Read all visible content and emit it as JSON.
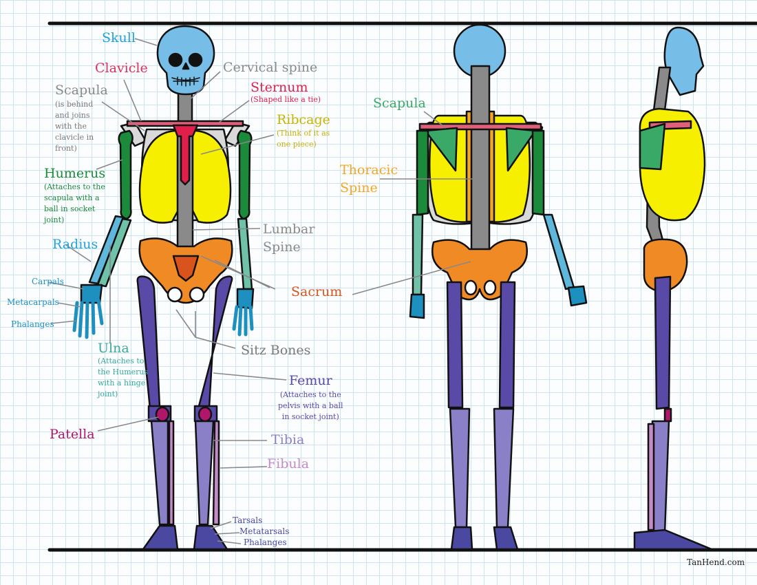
{
  "colors": {
    "skull": "#76bde8",
    "clavicle": "#e0607a",
    "spine": "#8a8a8a",
    "sternum": "#e0204a",
    "ribcage": "#f7ef00",
    "scapula": "#3aa866",
    "humerus": "#1b8a3a",
    "radius": "#5fb8dc",
    "ulna": "#6fc2a8",
    "hand": "#1e90c0",
    "pelvis": "#f08a24",
    "sacrum": "#d9541c",
    "femur": "#5a4aa8",
    "patella": "#b0166a",
    "tibia": "#8a80c8",
    "fibula": "#c58ac8",
    "foot": "#4a48a0",
    "thoracic": "#f5a623",
    "lines": "#888888",
    "ink": "#111111"
  },
  "labels": {
    "skull": "Skull",
    "clavicle": "Clavicle",
    "cervical": "Cervical spine",
    "sternum": "Sternum",
    "sternum_note": "(Shaped like a tie)",
    "scapula": "Scapula",
    "scapula_note": "(is behind\nand joins\nwith the\nclavicle in\nfront)",
    "ribcage": "Ribcage",
    "ribcage_note": "(Think of it as\none piece)",
    "humerus": "Humerus",
    "humerus_note": "(Attaches to the\nscapula with a\nball in socket\njoint)",
    "lumbar": "Lumbar\nSpine",
    "radius": "Radius",
    "carpals": "Carpals",
    "metacarpals": "Metacarpals",
    "phalanges": "Phalanges",
    "sacrum": "Sacrum",
    "sitz": "Sitz Bones",
    "ulna": "Ulna",
    "ulna_note": "(Attaches to\nthe Humerus\nwith a hinge\njoint)",
    "femur": "Femur",
    "femur_note": "(Attaches to the\npelvis with a ball\nin socket joint)",
    "patella": "Patella",
    "tibia": "Tibia",
    "fibula": "Fibula",
    "tarsals": "Tarsals",
    "metatarsals": "Metatarsals",
    "foot_phalanges": "Phalanges",
    "back_scapula": "Scapula",
    "thoracic": "Thoracic\nSpine",
    "credit": "TanHend.com"
  }
}
